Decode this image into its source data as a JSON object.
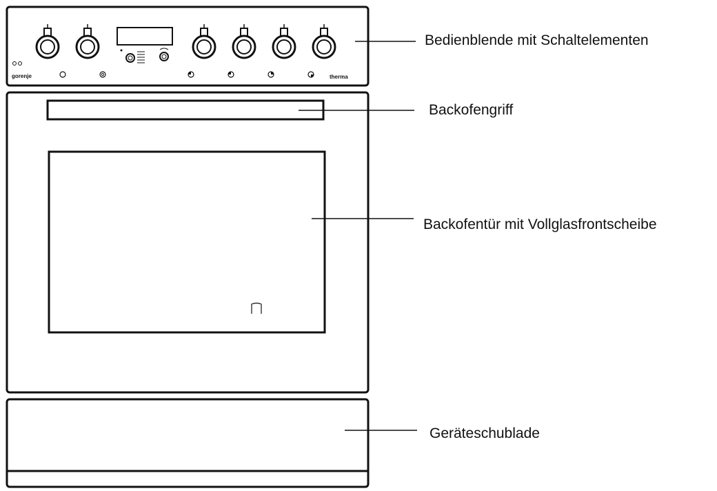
{
  "panel": {
    "brand_left": "gorenje",
    "brand_right": "therma"
  },
  "callouts": {
    "control_panel": "Bedienblende mit Schaltelementen",
    "oven_handle": "Backofengriff",
    "oven_door": "Backofentür mit Vollglasfrontscheibe",
    "drawer": "Geräteschublade"
  },
  "colors": {
    "line": "#111111",
    "background": "#ffffff"
  }
}
